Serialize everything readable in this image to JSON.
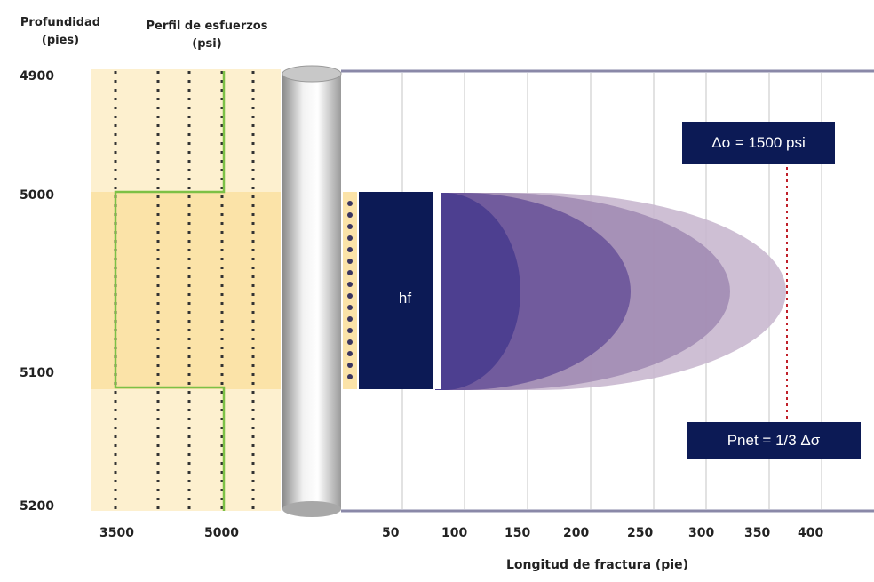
{
  "headers": {
    "depth_line1": "Profundidad",
    "depth_line2": "(pies)",
    "stress_line1": "Perfil de esfuerzos",
    "stress_line2": "(psi)"
  },
  "depth_labels": [
    "4900",
    "5000",
    "5100",
    "5200"
  ],
  "stress_ticks": [
    "3500",
    "5000"
  ],
  "length_ticks": [
    "50",
    "100",
    "150",
    "200",
    "250",
    "300",
    "350",
    "400"
  ],
  "x_axis_title": "Longitud de fractura (pie)",
  "labels": {
    "delta_sigma": "Δσ = 1500 psi",
    "pnet": "Pnet = 1/3 Δσ",
    "hf": "hf"
  },
  "colors": {
    "pay_zone": "#fbe3a8",
    "background_zone": "#fdf0cf",
    "stress_profile": "#7cc046",
    "fracture_dark": "#0c1a55",
    "label_box": "#0c1a55",
    "limit_line": "#c0202a"
  }
}
